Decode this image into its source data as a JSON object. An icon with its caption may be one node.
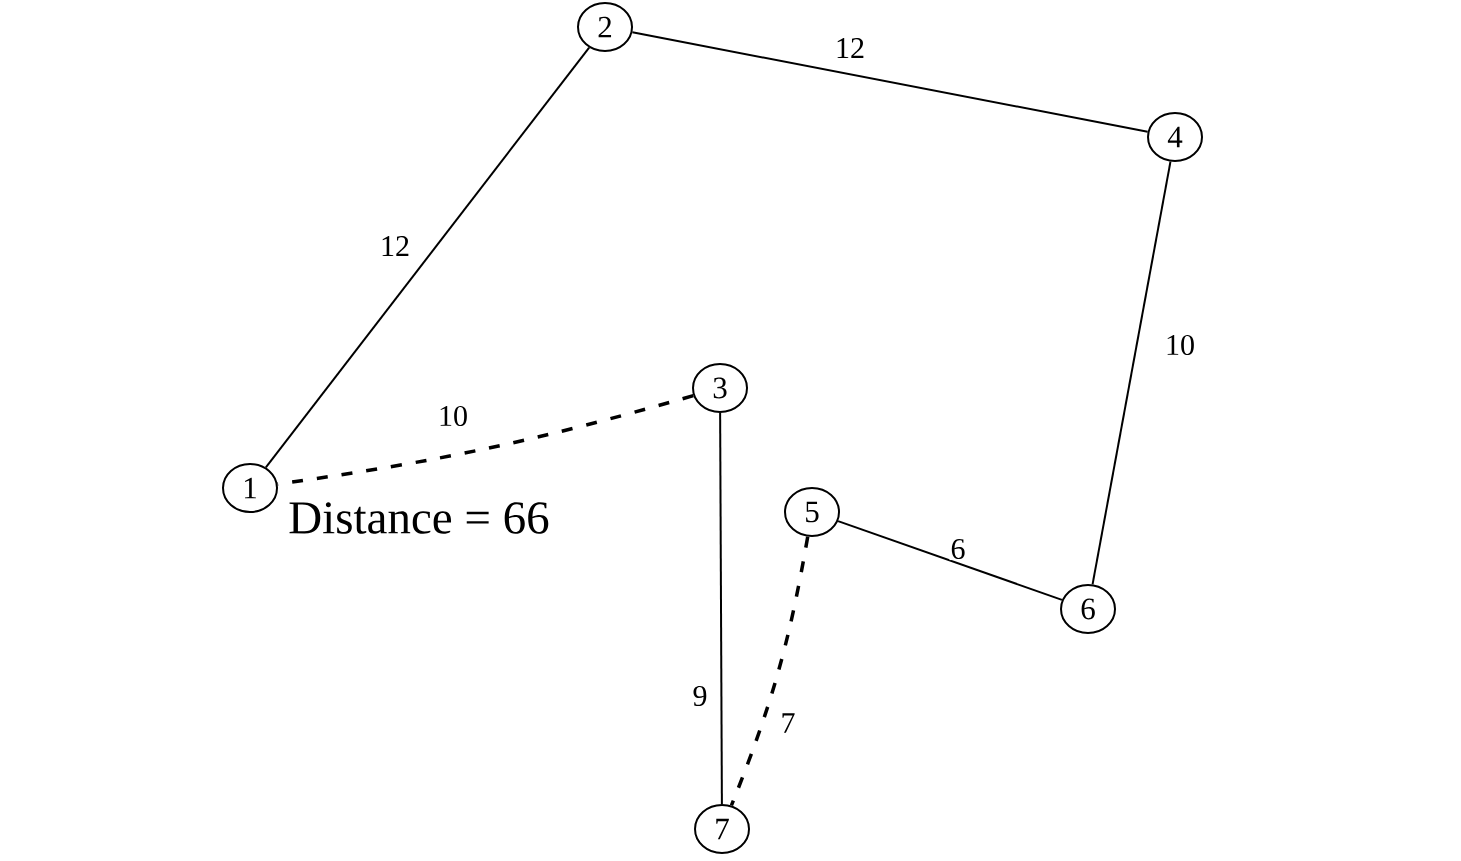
{
  "diagram": {
    "nodes": [
      {
        "text": [
          "1"
        ]
      },
      {
        "text": [
          "2"
        ]
      },
      {
        "text": [
          "3"
        ]
      },
      {
        "text": [
          "4"
        ]
      },
      {
        "text": [
          "5"
        ]
      },
      {
        "text": [
          "6"
        ]
      },
      {
        "text": [
          "7"
        ]
      }
    ],
    "edges": [
      {
        "from": 0,
        "to": 1,
        "arrow": "none",
        "label": "12"
      },
      {
        "from": 1,
        "to": 3,
        "arrow": "none",
        "label": "12"
      },
      {
        "from": 3,
        "to": 5,
        "arrow": "none",
        "label": "10"
      },
      {
        "from": 5,
        "to": 4,
        "arrow": "none",
        "label": "6"
      },
      {
        "from": 4,
        "to": 6,
        "arrow": "none",
        "label": "7",
        "style": "dashed"
      },
      {
        "from": 6,
        "to": 2,
        "arrow": "none",
        "label": "9"
      },
      {
        "from": 2,
        "to": 0,
        "arrow": "none",
        "label": "10",
        "style": "dashed"
      }
    ],
    "labels": [
      "Distance = 66"
    ]
  }
}
